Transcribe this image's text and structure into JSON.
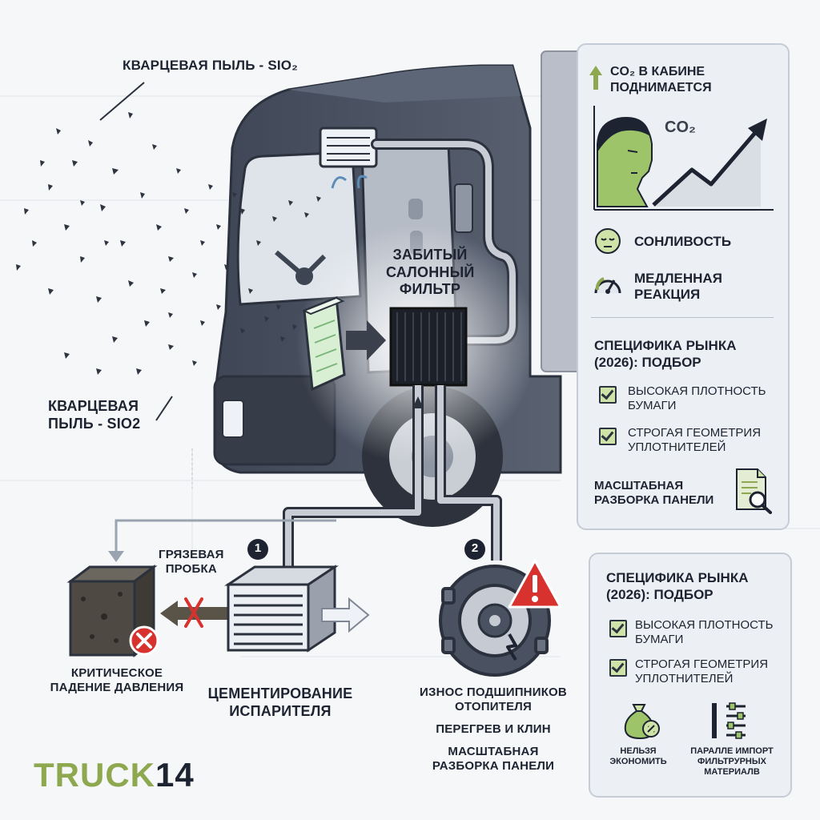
{
  "labels": {
    "quartz_top": "КВАРЦЕВАЯ ПЫЛЬ - SiO₂",
    "quartz_side_1": "КВАРЦЕВАЯ",
    "quartz_side_2": "ПЫЛЬ - SiO2",
    "clogged_1": "ЗАБИТЫЙ",
    "clogged_2": "САЛОННЫЙ",
    "clogged_3": "ФИЛЬТР",
    "mud_1": "ГРЯЗЕВАЯ",
    "mud_2": "ПРОБКА",
    "step_1": "1",
    "step_2": "2",
    "pressure_1": "КРИТИЧЕСКОЕ",
    "pressure_2": "ПАДЕНИЕ ДАВЛЕНИЯ",
    "evap_1": "ЦЕМЕНТИРОВАНИЕ",
    "evap_2": "ИСПАРИТЕЛЯ",
    "bearing_1": "ИЗНОС ПОДШИПНИКОВ",
    "bearing_2": "ОТОПИТЕЛЯ",
    "overheat": "ПЕРЕГРЕВ И КЛИН",
    "disasm_1": "МАСШТАБНАЯ",
    "disasm_2": "РАЗБОРКА ПАНЕЛИ"
  },
  "brand": {
    "part1": "TRUCK",
    "part2": "14"
  },
  "panel_top": {
    "co2_title_1": "CO₂ В КАБИНЕ",
    "co2_title_2": "ПОДНИМАЕТСЯ",
    "co2_chart_label": "CO₂",
    "drowsiness": "СОНЛИВОСТЬ",
    "slow_1": "МЕДЛЕННАЯ",
    "slow_2": "РЕАКЦИЯ",
    "market_1": "СПЕЦИФИКА РЫНКА",
    "market_2": "(2026): ПОДБОР",
    "check1_1": "ВЫСОКАЯ ПЛОТНОСТЬ",
    "check1_2": "БУМАГИ",
    "check2_1": "СТРОГАЯ ГЕОМЕТРИЯ",
    "check2_2": "УПЛОТНИТЕЛЕЙ",
    "disasm_1": "МАСШТАБНАЯ",
    "disasm_2": "РАЗБОРКА ПАНЕЛИ"
  },
  "panel_bottom": {
    "market_1": "СПЕЦИФИКА РЫНКА",
    "market_2": "(2026): ПОДБОР",
    "check1_1": "ВЫСОКАЯ ПЛОТНОСТЬ",
    "check1_2": "БУМАГИ",
    "check2_1": "СТРОГАЯ ГЕОМЕТРИЯ",
    "check2_2": "УПЛОТНИТЕЛЕЙ",
    "nosave_1": "НЕЛЬЗЯ",
    "nosave_2": "ЭКОНОМИТЬ",
    "import_1": "ПАРАЛЛЕ ИМПОРТ",
    "import_2": "ФИЛЬТРУРНЫХ",
    "import_3": "МАТЕРИАЛВ"
  },
  "colors": {
    "accent_green": "#8ea84f",
    "truck_body": "#4a5262",
    "dark_navy": "#1d2331",
    "warning_red": "#d8322f"
  },
  "icons": [
    "up-arrow-icon",
    "co2-chart-icon",
    "sleepy-face-icon",
    "gauge-icon",
    "checkbox-icon",
    "document-search-icon",
    "money-bag-icon",
    "sliders-icon",
    "warning-icon",
    "error-x-icon",
    "step-badge-icon"
  ]
}
